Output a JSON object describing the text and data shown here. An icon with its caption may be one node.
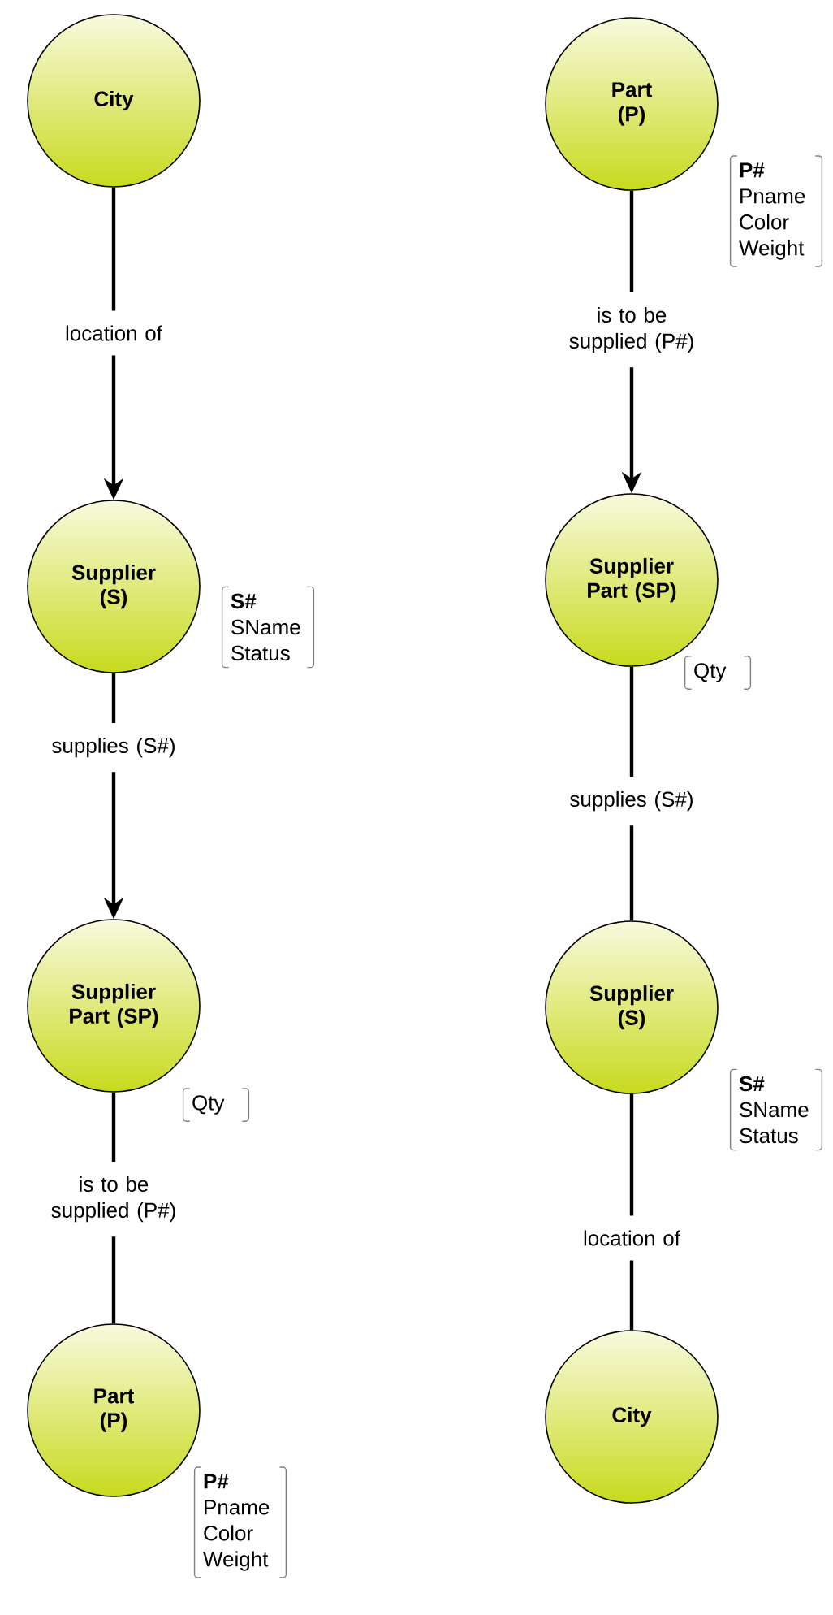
{
  "diagram": {
    "nodes": [
      {
        "text": [
          "City"
        ]
      },
      {
        "text": [
          "Supplier (S)"
        ],
        "beside": [
          "**S#** SName Status"
        ]
      },
      {
        "text": [
          "Supplier Part (SP)"
        ],
        "beside": [
          "Qty"
        ]
      },
      {
        "text": [
          "Part (P)"
        ],
        "beside": [
          "**P#** Pname Color Weight"
        ]
      },
      {
        "text": [
          "Part (P)"
        ],
        "beside": [
          "**P#** Pname Color Weight"
        ]
      },
      {
        "text": [
          "Supplier Part (SP)"
        ],
        "beside": [
          "Qty"
        ]
      },
      {
        "text": [
          "Supplier (S)"
        ],
        "beside": [
          "**S#** SName Status"
        ]
      },
      {
        "text": [
          "City"
        ]
      }
    ],
    "edges": [
      {
        "from": 0,
        "to": 1,
        "arrow": "to",
        "label": "location of"
      },
      {
        "from": 1,
        "to": 2,
        "arrow": "to",
        "label": "supplies (S#)"
      },
      {
        "from": 2,
        "to": 3,
        "arrow": "none",
        "label": "is to be supplied (P#)"
      },
      {
        "from": 4,
        "to": 5,
        "arrow": "to",
        "label": "is to be supplied (P#)"
      },
      {
        "from": 5,
        "to": 6,
        "arrow": "none",
        "label": "supplies (S#)"
      },
      {
        "from": 6,
        "to": 7,
        "arrow": "none",
        "label": "location of"
      }
    ]
  }
}
